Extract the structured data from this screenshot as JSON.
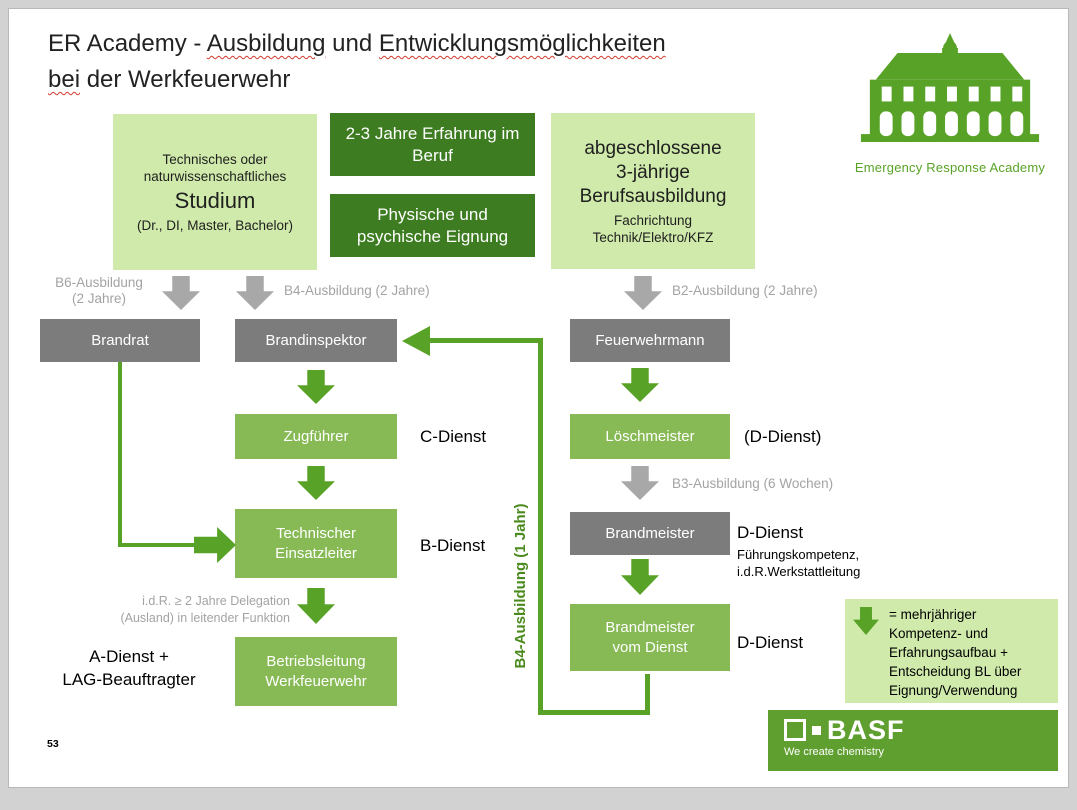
{
  "colors": {
    "light_green": "#cfeaaa",
    "mid_green": "#87ba55",
    "dark_green": "#3d7c21",
    "bright_green": "#58a327",
    "rot_green": "#4a8a1c",
    "gray_box": "#7c7c7c",
    "gray_arrow": "#a8a8a8",
    "gray_text": "#a3a3a3",
    "basf_green": "#5f9f2f",
    "wavy_red": "#d23a2e"
  },
  "page_number": "53",
  "title": {
    "seg1": "ER Academy - ",
    "seg2": "Ausbildung",
    "seg3": " und ",
    "seg4": "Entwicklungsmöglichkeiten",
    "line2_seg1": "bei",
    "line2_seg2": " der Werkfeuerwehr"
  },
  "logo": {
    "caption": "Emergency Response Academy"
  },
  "prereq": {
    "studium": {
      "l1": "Technisches oder",
      "l2": "naturwissenschaftliches",
      "l3": "Studium",
      "l4": "(Dr., DI, Master, Bachelor)"
    },
    "erfahrung": "2-3 Jahre Erfahrung im Beruf",
    "eignung": "Physische und psychische Eignung",
    "berufsausbildung": {
      "l1": "abgeschlossene",
      "l2": "3-jährige",
      "l3": "Berufsausbildung",
      "l4": "Fachrichtung",
      "l5": "Technik/Elektro/KFZ"
    }
  },
  "training_labels": {
    "b6_l1": "B6-Ausbildung",
    "b6_l2": "(2 Jahre)",
    "b4": "B4-Ausbildung (2 Jahre)",
    "b2": "B2-Ausbildung (2 Jahre)",
    "b3": "B3-Ausbildung (6 Wochen)",
    "b4_loop": "B4-Ausbildung (1 Jahr)"
  },
  "nodes": {
    "brandrat": "Brandrat",
    "brandinspektor": "Brandinspektor",
    "feuerwehrmann": "Feuerwehrmann",
    "zugfuehrer": "Zugführer",
    "tel_l1": "Technischer",
    "tel_l2": "Einsatzleiter",
    "betrieb_l1": "Betriebsleitung",
    "betrieb_l2": "Werkfeuerwehr",
    "loeschmeister": "Löschmeister",
    "brandmeister": "Brandmeister",
    "bvd_l1": "Brandmeister",
    "bvd_l2": "vom Dienst"
  },
  "ranks": {
    "c": "C-Dienst",
    "b": "B-Dienst",
    "a_l1": "A-Dienst +",
    "a_l2": "LAG-Beauftragter",
    "d_loesch": "(D-Dienst)",
    "d_brand": "D-Dienst",
    "d_brand_sub1": "Führungskompetenz,",
    "d_brand_sub2": "i.d.R.Werkstattleitung",
    "d_bvd": "D-Dienst"
  },
  "notes": {
    "delegation_l1": "i.d.R. ≥ 2 Jahre Delegation",
    "delegation_l2": "(Ausland) in leitender Funktion"
  },
  "legend": {
    "l1": "= mehrjähriger",
    "l2": "Kompetenz- und",
    "l3": "Erfahrungsaufbau +",
    "l4": "Entscheidung BL über",
    "l5": "Eignung/Verwendung"
  },
  "footer": {
    "brand": "BASF",
    "tagline": "We create chemistry"
  }
}
